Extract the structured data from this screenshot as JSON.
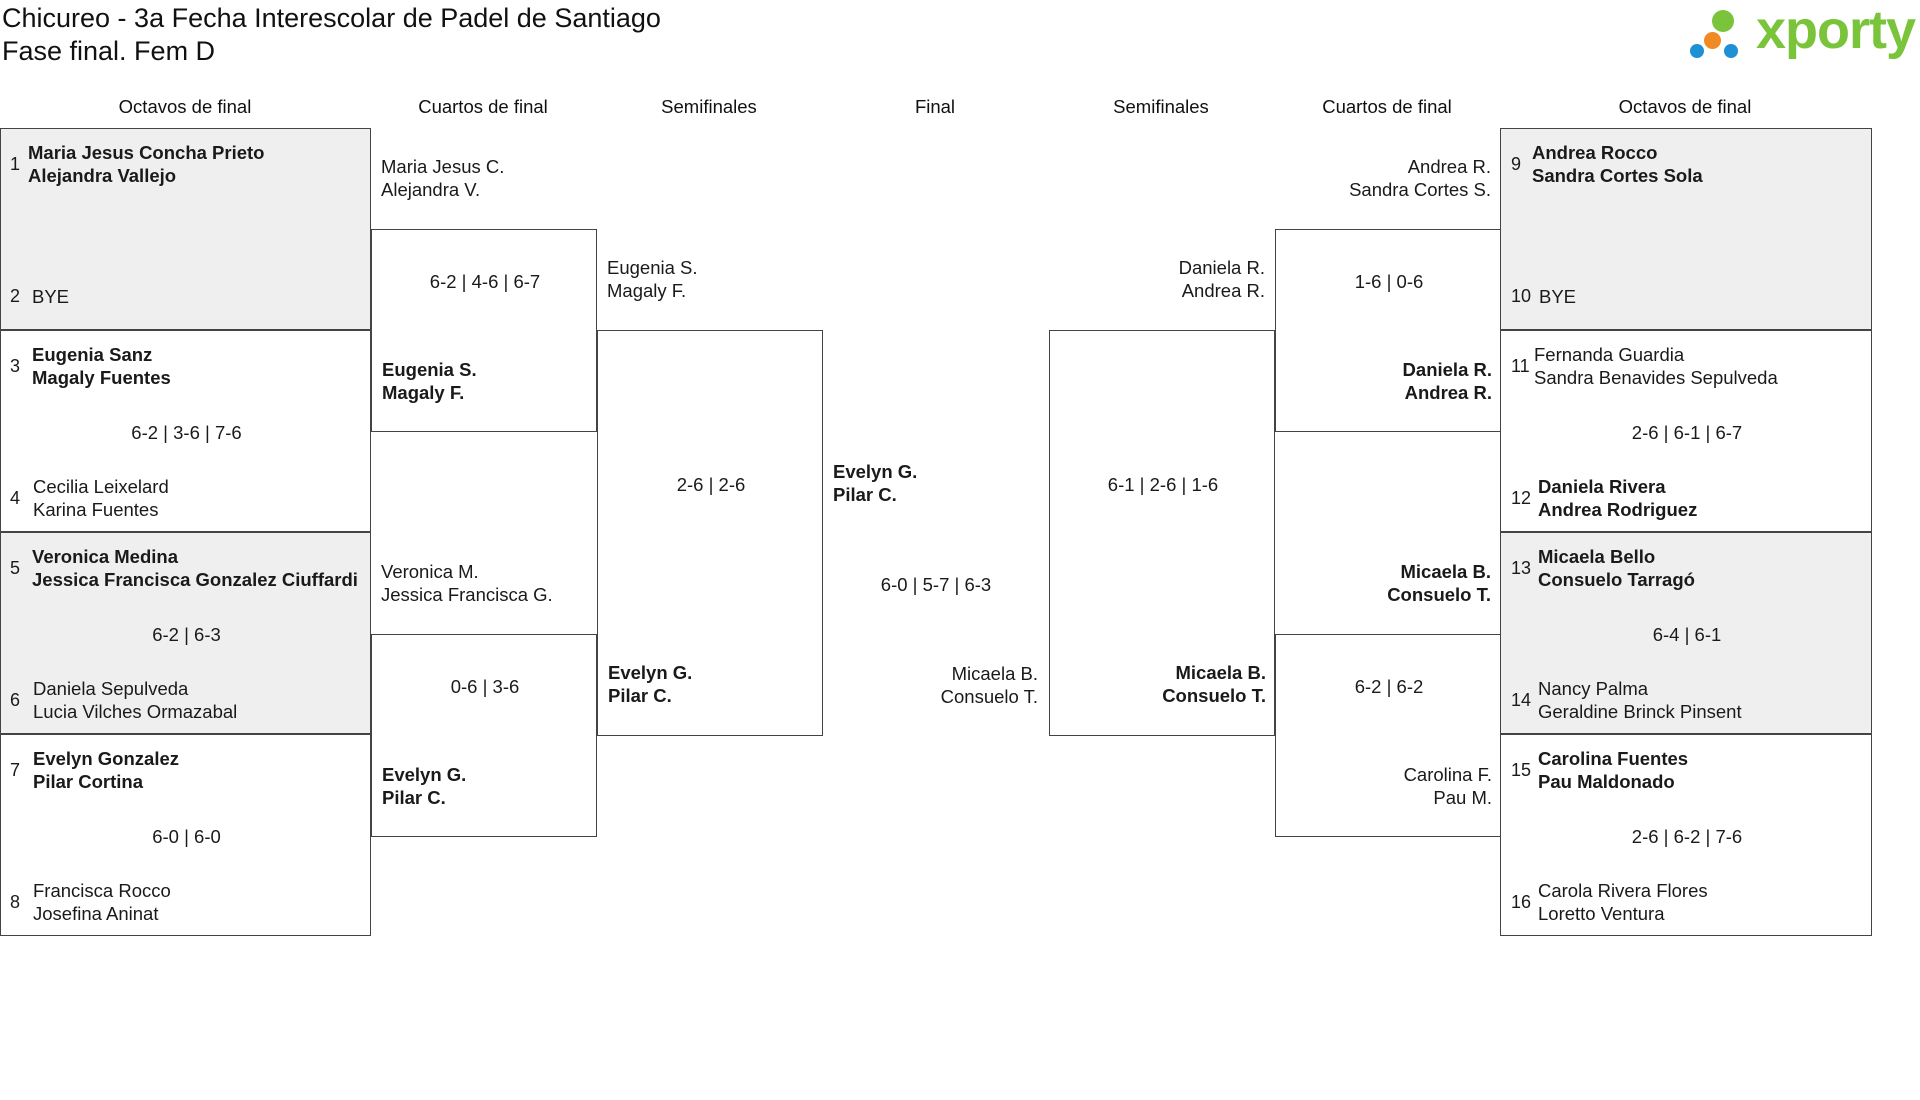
{
  "title_line1": "Chicureo - 3a Fecha Interescolar de Padel de Santiago",
  "title_line2": "Fase final. Fem D",
  "logo_text": "xporty",
  "colors": {
    "grey_box": "#efefef",
    "border": "#444444",
    "logo_green": "#79c43a",
    "logo_blue": "#1e90d6",
    "logo_orange": "#f08a24"
  },
  "round_headers": {
    "l1": "Octavos de final",
    "l2": "Cuartos de final",
    "l3": "Semifinales",
    "final": "Final",
    "r3": "Semifinales",
    "r2": "Cuartos de final",
    "r1": "Octavos de final"
  },
  "left_r16": [
    {
      "top": {
        "seed": "1",
        "p1": "Maria Jesus Concha Prieto",
        "p2": "Alejandra Vallejo"
      },
      "bottom": {
        "seed": "2",
        "p1": "BYE",
        "p2": ""
      },
      "score": ""
    },
    {
      "top": {
        "seed": "3",
        "p1": "Eugenia Sanz",
        "p2": "Magaly Fuentes"
      },
      "bottom": {
        "seed": "4",
        "p1": "Cecilia Leixelard",
        "p2": "Karina Fuentes"
      },
      "score": "6-2 | 3-6 | 7-6"
    },
    {
      "top": {
        "seed": "5",
        "p1": "Veronica Medina",
        "p2": "Jessica Francisca Gonzalez Ciuffardi"
      },
      "bottom": {
        "seed": "6",
        "p1": "Daniela Sepulveda",
        "p2": "Lucia Vilches Ormazabal"
      },
      "score": "6-2 | 6-3"
    },
    {
      "top": {
        "seed": "7",
        "p1": "Evelyn Gonzalez",
        "p2": "Pilar Cortina"
      },
      "bottom": {
        "seed": "8",
        "p1": "Francisca Rocco",
        "p2": "Josefina Aninat"
      },
      "score": "6-0 | 6-0"
    }
  ],
  "right_r16": [
    {
      "top": {
        "seed": "9",
        "p1": "Andrea Rocco",
        "p2": "Sandra Cortes Sola"
      },
      "bottom": {
        "seed": "10",
        "p1": "BYE",
        "p2": ""
      },
      "score": ""
    },
    {
      "top": {
        "seed": "11",
        "p1": "Fernanda Guardia",
        "p2": "Sandra Benavides Sepulveda"
      },
      "bottom": {
        "seed": "12",
        "p1": "Daniela Rivera",
        "p2": "Andrea Rodriguez"
      },
      "score": "2-6 | 6-1 | 6-7"
    },
    {
      "top": {
        "seed": "13",
        "p1": "Micaela Bello",
        "p2": "Consuelo Tarragó"
      },
      "bottom": {
        "seed": "14",
        "p1": "Nancy Palma",
        "p2": "Geraldine Brinck Pinsent"
      },
      "score": "6-4 | 6-1"
    },
    {
      "top": {
        "seed": "15",
        "p1": "Carolina Fuentes",
        "p2": "Pau Maldonado"
      },
      "bottom": {
        "seed": "16",
        "p1": "Carola Rivera Flores",
        "p2": "Loretto Ventura"
      },
      "score": "2-6 | 6-2 | 7-6"
    }
  ],
  "left_qf": [
    {
      "top": {
        "p1": "Maria Jesus C.",
        "p2": "Alejandra V."
      },
      "score": "6-2 | 4-6 | 6-7",
      "bottom": {
        "p1": "Eugenia S.",
        "p2": "Magaly F."
      }
    },
    {
      "top": {
        "p1": "Veronica M.",
        "p2": "Jessica Francisca G."
      },
      "score": "0-6 | 3-6",
      "bottom": {
        "p1": "Evelyn G.",
        "p2": "Pilar C."
      }
    }
  ],
  "right_qf": [
    {
      "top": {
        "p1": "Andrea R.",
        "p2": "Sandra Cortes S."
      },
      "score": "1-6 | 0-6",
      "bottom": {
        "p1": "Daniela R.",
        "p2": "Andrea R."
      }
    },
    {
      "top": {
        "p1": "Micaela B.",
        "p2": "Consuelo T."
      },
      "score": "6-2 | 6-2",
      "bottom": {
        "p1": "Carolina F.",
        "p2": "Pau M."
      }
    }
  ],
  "left_sf": {
    "top": {
      "p1": "Eugenia S.",
      "p2": "Magaly F."
    },
    "score": "2-6 | 2-6",
    "bottom": {
      "p1": "Evelyn G.",
      "p2": "Pilar C."
    }
  },
  "right_sf": {
    "top": {
      "p1": "Daniela R.",
      "p2": "Andrea R."
    },
    "score": "6-1 | 2-6 | 1-6",
    "bottom": {
      "p1": "Micaela B.",
      "p2": "Consuelo T."
    }
  },
  "final": {
    "top": {
      "p1": "Evelyn G.",
      "p2": "Pilar C."
    },
    "score": "6-0 | 5-7 | 6-3",
    "bottom": {
      "p1": "Micaela B.",
      "p2": "Consuelo T."
    }
  }
}
